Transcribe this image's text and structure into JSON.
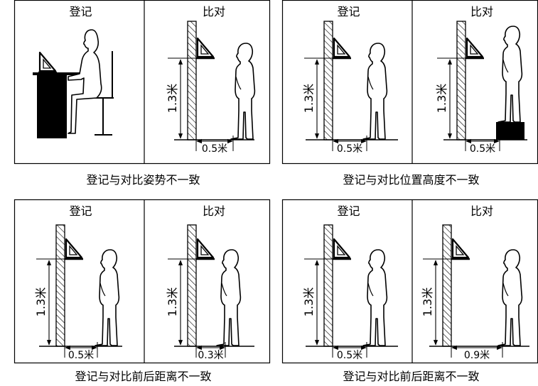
{
  "panels": [
    {
      "caption": "登记与对比姿势不一致",
      "left": {
        "title": "登记"
      },
      "right": {
        "title": "比对",
        "height": "1.3米",
        "distance": "0.5米"
      }
    },
    {
      "caption": "登记与对比位置高度不一致",
      "left": {
        "title": "登记",
        "height": "1.3米",
        "distance": "0.5米"
      },
      "right": {
        "title": "比对",
        "height": "1.3米",
        "distance": "0.5米"
      }
    },
    {
      "caption": "登记与对比前后距离不一致",
      "left": {
        "title": "登记",
        "height": "1.3米",
        "distance": "0.5米"
      },
      "right": {
        "title": "比对",
        "height": "1.3米",
        "distance": "0.3米"
      }
    },
    {
      "caption": "登记与对比前后距离不一致",
      "left": {
        "title": "登记",
        "height": "1.3米",
        "distance": "0.5米"
      },
      "right": {
        "title": "比对",
        "height": "1.3米",
        "distance": "0.9米"
      }
    }
  ]
}
